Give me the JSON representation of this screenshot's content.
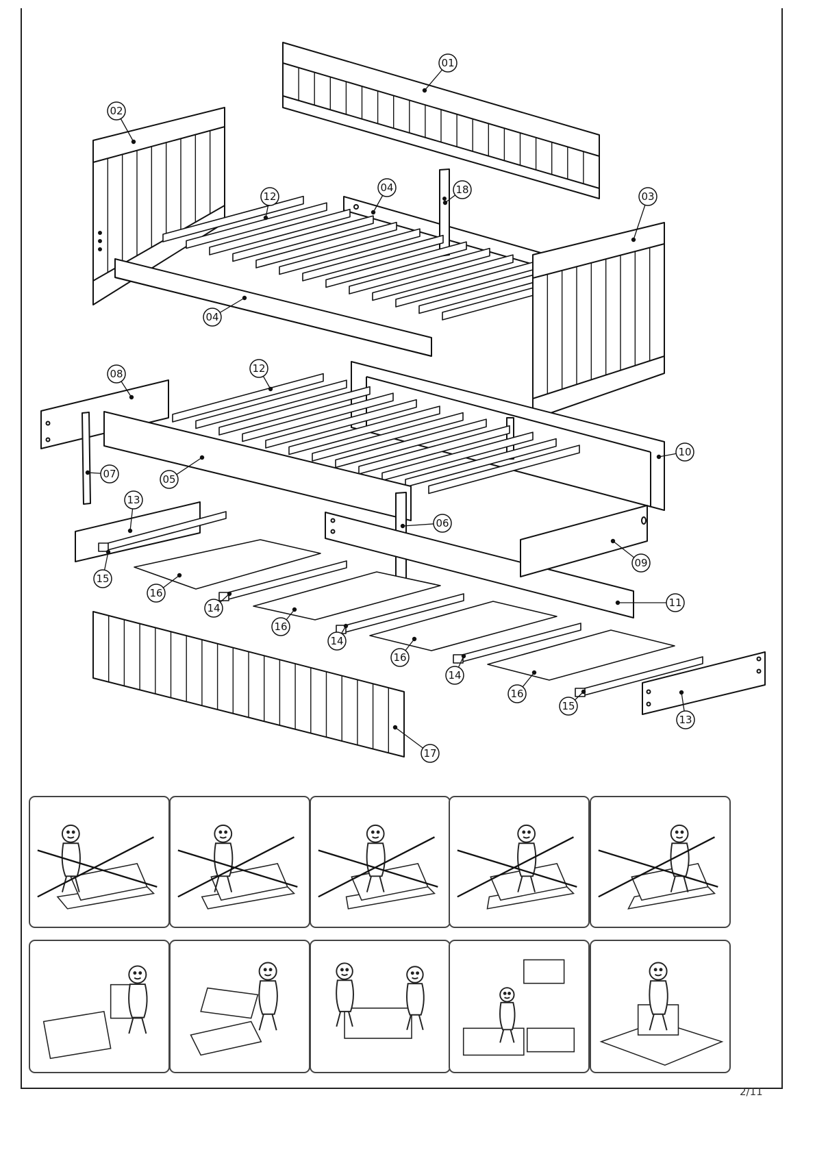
{
  "document": {
    "page_number": "2/11"
  },
  "parts": [
    {
      "id": "01",
      "label": "01"
    },
    {
      "id": "02",
      "label": "02"
    },
    {
      "id": "03",
      "label": "03"
    },
    {
      "id": "04a",
      "label": "04"
    },
    {
      "id": "04b",
      "label": "04"
    },
    {
      "id": "05",
      "label": "05"
    },
    {
      "id": "06",
      "label": "06"
    },
    {
      "id": "07",
      "label": "07"
    },
    {
      "id": "08",
      "label": "08"
    },
    {
      "id": "09",
      "label": "09"
    },
    {
      "id": "10",
      "label": "10"
    },
    {
      "id": "11",
      "label": "11"
    },
    {
      "id": "12a",
      "label": "12"
    },
    {
      "id": "12b",
      "label": "12"
    },
    {
      "id": "13a",
      "label": "13"
    },
    {
      "id": "13b",
      "label": "13"
    },
    {
      "id": "14a",
      "label": "14"
    },
    {
      "id": "14b",
      "label": "14"
    },
    {
      "id": "14c",
      "label": "14"
    },
    {
      "id": "15a",
      "label": "15"
    },
    {
      "id": "15b",
      "label": "15"
    },
    {
      "id": "16a",
      "label": "16"
    },
    {
      "id": "16b",
      "label": "16"
    },
    {
      "id": "16c",
      "label": "16"
    },
    {
      "id": "16d",
      "label": "16"
    },
    {
      "id": "17",
      "label": "17"
    },
    {
      "id": "18",
      "label": "18"
    }
  ],
  "guidance_panels": {
    "do_not": [
      {
        "name": "no-unpacking-carelessly",
        "crossed": true
      },
      {
        "name": "no-lifting-alone",
        "crossed": true
      },
      {
        "name": "no-dropping-panels",
        "crossed": true
      },
      {
        "name": "no-working-on-hard-floor",
        "crossed": true
      },
      {
        "name": "no-assembling-on-rough-floor",
        "crossed": true
      }
    ],
    "do": [
      {
        "name": "read-instructions",
        "crossed": false
      },
      {
        "name": "stack-panels-carefully",
        "crossed": false
      },
      {
        "name": "carry-with-two-people",
        "crossed": false
      },
      {
        "name": "sort-hardware-check-plan",
        "crossed": false
      },
      {
        "name": "assemble-on-soft-surface",
        "crossed": false
      }
    ]
  }
}
